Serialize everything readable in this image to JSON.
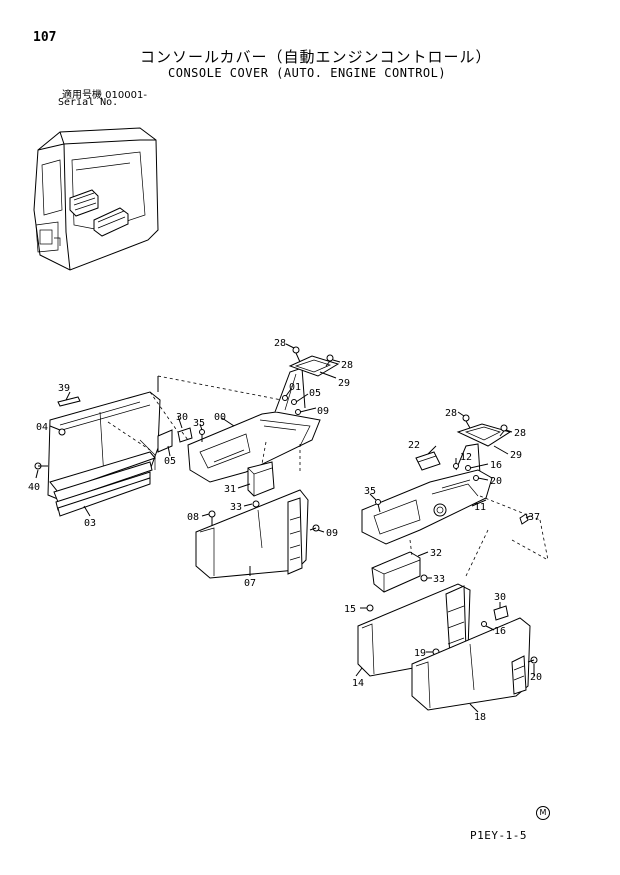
{
  "header": {
    "page_number": "107",
    "title_jp": "コンソールカバー（自動エンジンコントロール）",
    "title_en": "CONSOLE COVER (AUTO. ENGINE CONTROL)",
    "serial_label_jp": "適用号機  010001-",
    "serial_label_en": "Serial No."
  },
  "footer": {
    "code": "P1EY-1-5",
    "mark": "M"
  },
  "callouts": {
    "c28a": "28",
    "c28b": "28",
    "c29a": "29",
    "c01": "01",
    "c05a": "05",
    "c09a": "09",
    "c39": "39",
    "c04": "04",
    "c30a": "30",
    "c35a": "35",
    "c00": "00",
    "c05b": "05",
    "c40": "40",
    "c03": "03",
    "c31": "31",
    "c33a": "33",
    "c08": "08",
    "c09b": "09",
    "c07": "07",
    "c28c": "28",
    "c28d": "28",
    "c22": "22",
    "c29b": "29",
    "c12": "12",
    "c16a": "16",
    "c20a": "20",
    "c35b": "35",
    "c11": "11",
    "c37": "37",
    "c32": "32",
    "c33b": "33",
    "c15": "15",
    "c30b": "30",
    "c16b": "16",
    "c19": "19",
    "c20b": "20",
    "c14": "14",
    "c18": "18"
  }
}
